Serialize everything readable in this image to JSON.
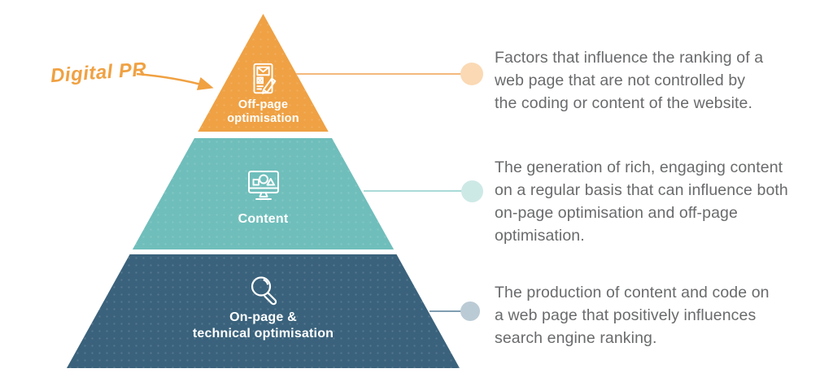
{
  "annotation": {
    "label": "Digital PR",
    "color": "#F0A142"
  },
  "pyramid": {
    "description_text_color": "#696A6C",
    "tiers": [
      {
        "id": "off-page-optimisation",
        "label": "Off-page\noptimisation",
        "icon": "press-release-document-icon",
        "color": "#EFA144",
        "connector_line_color": "#F3B97C",
        "connector_dot_color": "#FAD9B4",
        "description": "Factors that influence the ranking of a\nweb page that are not controlled by\nthe coding or content of the website."
      },
      {
        "id": "content",
        "label": "Content",
        "icon": "content-monitor-icon",
        "color": "#6FBEBB",
        "connector_line_color": "#A9DBD7",
        "connector_dot_color": "#CDE9E6",
        "description": "The generation of rich, engaging content\non a regular basis that can influence both\non-page optimisation and off-page\noptimisation."
      },
      {
        "id": "on-page-technical-optimisation",
        "label": "On-page &\ntechnical optimisation",
        "icon": "magnifying-glass-icon",
        "color": "#3A627C",
        "connector_line_color": "#7F9DB0",
        "connector_dot_color": "#BBCBD5",
        "description": "The production of content and code on\na web page that positively influences\nsearch engine ranking."
      }
    ]
  }
}
